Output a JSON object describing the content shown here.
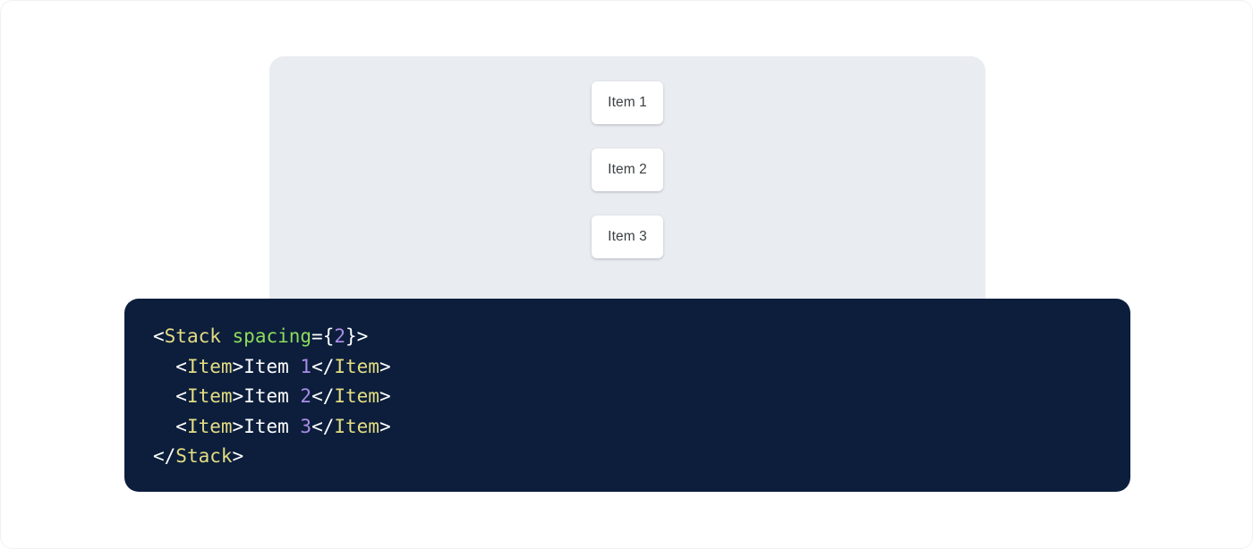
{
  "preview": {
    "panel_bg": "#e9ecf1",
    "stack": {
      "spacing_label": "spacing={2}",
      "items": [
        {
          "label": "Item 1"
        },
        {
          "label": "Item 2"
        },
        {
          "label": "Item 3"
        }
      ]
    }
  },
  "code": {
    "background": "#0c1e3c",
    "language": "jsx",
    "colors": {
      "tag": "#e4dd82",
      "attribute": "#8ddc5a",
      "number": "#ab8ce8",
      "punctuation": "#ffffff",
      "text": "#ffffff"
    },
    "lines": [
      {
        "indent": "",
        "tokens": [
          {
            "t": "punct",
            "v": "<"
          },
          {
            "t": "tag",
            "v": "Stack"
          },
          {
            "t": "punct",
            "v": " "
          },
          {
            "t": "attr",
            "v": "spacing"
          },
          {
            "t": "punct",
            "v": "={"
          },
          {
            "t": "num",
            "v": "2"
          },
          {
            "t": "punct",
            "v": "}>"
          }
        ]
      },
      {
        "indent": "  ",
        "tokens": [
          {
            "t": "punct",
            "v": "<"
          },
          {
            "t": "tag",
            "v": "Item"
          },
          {
            "t": "punct",
            "v": ">"
          },
          {
            "t": "text",
            "v": "Item "
          },
          {
            "t": "num",
            "v": "1"
          },
          {
            "t": "punct",
            "v": "</"
          },
          {
            "t": "tag",
            "v": "Item"
          },
          {
            "t": "punct",
            "v": ">"
          }
        ]
      },
      {
        "indent": "  ",
        "tokens": [
          {
            "t": "punct",
            "v": "<"
          },
          {
            "t": "tag",
            "v": "Item"
          },
          {
            "t": "punct",
            "v": ">"
          },
          {
            "t": "text",
            "v": "Item "
          },
          {
            "t": "num",
            "v": "2"
          },
          {
            "t": "punct",
            "v": "</"
          },
          {
            "t": "tag",
            "v": "Item"
          },
          {
            "t": "punct",
            "v": ">"
          }
        ]
      },
      {
        "indent": "  ",
        "tokens": [
          {
            "t": "punct",
            "v": "<"
          },
          {
            "t": "tag",
            "v": "Item"
          },
          {
            "t": "punct",
            "v": ">"
          },
          {
            "t": "text",
            "v": "Item "
          },
          {
            "t": "num",
            "v": "3"
          },
          {
            "t": "punct",
            "v": "</"
          },
          {
            "t": "tag",
            "v": "Item"
          },
          {
            "t": "punct",
            "v": ">"
          }
        ]
      },
      {
        "indent": "",
        "tokens": [
          {
            "t": "punct",
            "v": "</"
          },
          {
            "t": "tag",
            "v": "Stack"
          },
          {
            "t": "punct",
            "v": ">"
          }
        ]
      }
    ]
  }
}
